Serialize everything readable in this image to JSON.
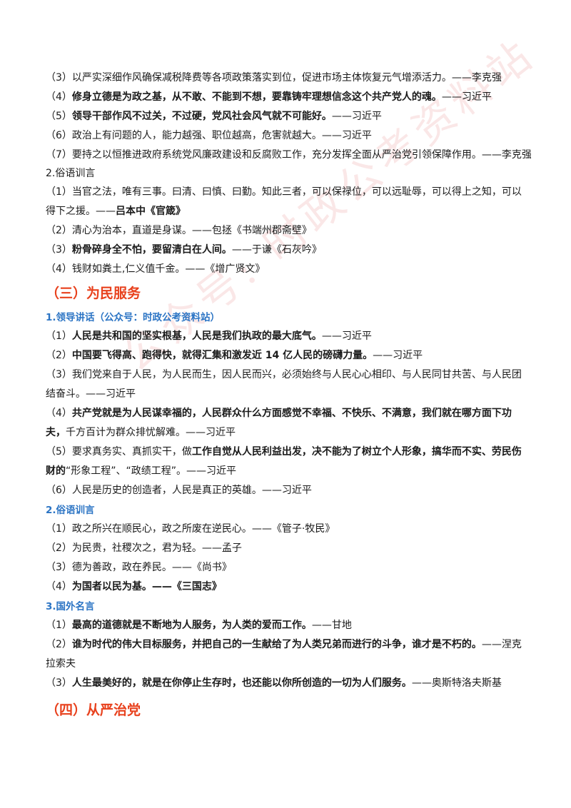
{
  "watermark": "公众号: 时政公考资料站",
  "lines_a": [
    {
      "prefix": "（3）以严实深细作风确保减税降费等各项政策落实到位，促进市场主体恢复元气增添活力。——李克强",
      "bold": "",
      "suffix": ""
    },
    {
      "prefix": "（4）",
      "bold": "修身立德是为政之基，从不敢、不能到不想，要靠铸牢理想信念这个共产党人的魂。",
      "suffix": "——习近平"
    },
    {
      "prefix": "（5）",
      "bold": "领导干部作风不过关，不过硬，党风社会风气就不可能好。",
      "suffix": "——习近平"
    },
    {
      "prefix": "（6）政治上有问题的人，能力越强、职位越高，危害就越大。——习近平",
      "bold": "",
      "suffix": ""
    },
    {
      "prefix": "（7）要持之以恒推进政府系统党风廉政建设和反腐败工作，充分发挥全面从严治党引领保障作用。——李克强",
      "bold": "",
      "suffix": ""
    }
  ],
  "sub_a": "2.俗语训言",
  "lines_b": [
    {
      "prefix": "（1）当官之法，唯有三事。曰清、曰慎、曰勤。知此三者，可以保禄位，可以远耻辱，可以得上之知，可以得下之援。——",
      "bold": "吕本中《官箴》",
      "suffix": "",
      "wrap": true
    },
    {
      "prefix": "（2）清心为治本，直道是身谋。——包拯《书端州郡斋壁》",
      "bold": "",
      "suffix": ""
    },
    {
      "prefix": "（3）",
      "bold": "粉骨碎身全不怕，要留清白在人间。",
      "suffix": "——于谦《石灰吟》"
    },
    {
      "prefix": "（4）钱财如粪土,仁义值千金。——《增广贤文》",
      "bold": "",
      "suffix": ""
    }
  ],
  "section3_title": "（三）为民服务",
  "sub3_1": "1.领导讲话（公众号：时政公考资料站）",
  "lines_c": [
    {
      "prefix": "（1）",
      "bold": "人民是共和国的坚实根基，人民是我们执政的最大底气。",
      "suffix": "——习近平"
    },
    {
      "prefix": "（2）",
      "bold": "中国要飞得高、跑得快，就得汇集和激发近 14 亿人民的磅礴力量。",
      "suffix": "——习近平"
    },
    {
      "prefix": "（3）我们党来自于人民，为人民而生，因人民而兴，必须始终与人民心心相印、与人民同甘共苦、与人民团结奋斗。——习近平",
      "bold": "",
      "suffix": "",
      "wrap": true
    },
    {
      "prefix": "（4）",
      "bold": "共产党就是为人民谋幸福的，人民群众什么方面感觉不幸福、不快乐、不满意，我们就在哪方面下功夫，",
      "suffix": "千方百计为群众排忧解难。——习近平",
      "wrap": true
    },
    {
      "prefix": "（5）要求真务实、真抓实干，做",
      "bold": "工作自觉从人民利益出发，决不能为了树立个人形象，搞华而不实、劳民伤财的",
      "suffix": "“形象工程”、“政绩工程”。——习近平",
      "wrap": true
    },
    {
      "prefix": "（6）人民是历史的创造者，人民是真正的英雄。——习近平",
      "bold": "",
      "suffix": ""
    }
  ],
  "sub3_2": "2.俗语训言",
  "lines_d": [
    {
      "prefix": "（1）政之所兴在顺民心，政之所废在逆民心。——《管子·牧民》",
      "bold": "",
      "suffix": ""
    },
    {
      "prefix": "（2）为民贵，社稷次之，君为轻。——孟子",
      "bold": "",
      "suffix": ""
    },
    {
      "prefix": "（3）德为善政，政在养民。——《尚书》",
      "bold": "",
      "suffix": ""
    },
    {
      "prefix": "（4）",
      "bold": "为国者以民为基。——《三国志》",
      "suffix": ""
    }
  ],
  "sub3_3": "3.国外名言",
  "lines_e": [
    {
      "prefix": "（1）",
      "bold": "最高的道德就是不断地为人服务，为人类的爱而工作。",
      "suffix": "——甘地"
    },
    {
      "prefix": "（2）",
      "bold": "谁为时代的伟大目标服务，并把自己的一生献给了为人类兄弟而进行的斗争，谁才是不朽的。",
      "suffix": "——涅克拉索夫",
      "wrap": true
    },
    {
      "prefix": "（3）",
      "bold": "人生最美好的，就是在你停止生存时，也还能以你所创造的一切为人们服务。",
      "suffix": "——奥斯特洛夫斯基"
    }
  ],
  "section4_title": "（四）从严治党"
}
